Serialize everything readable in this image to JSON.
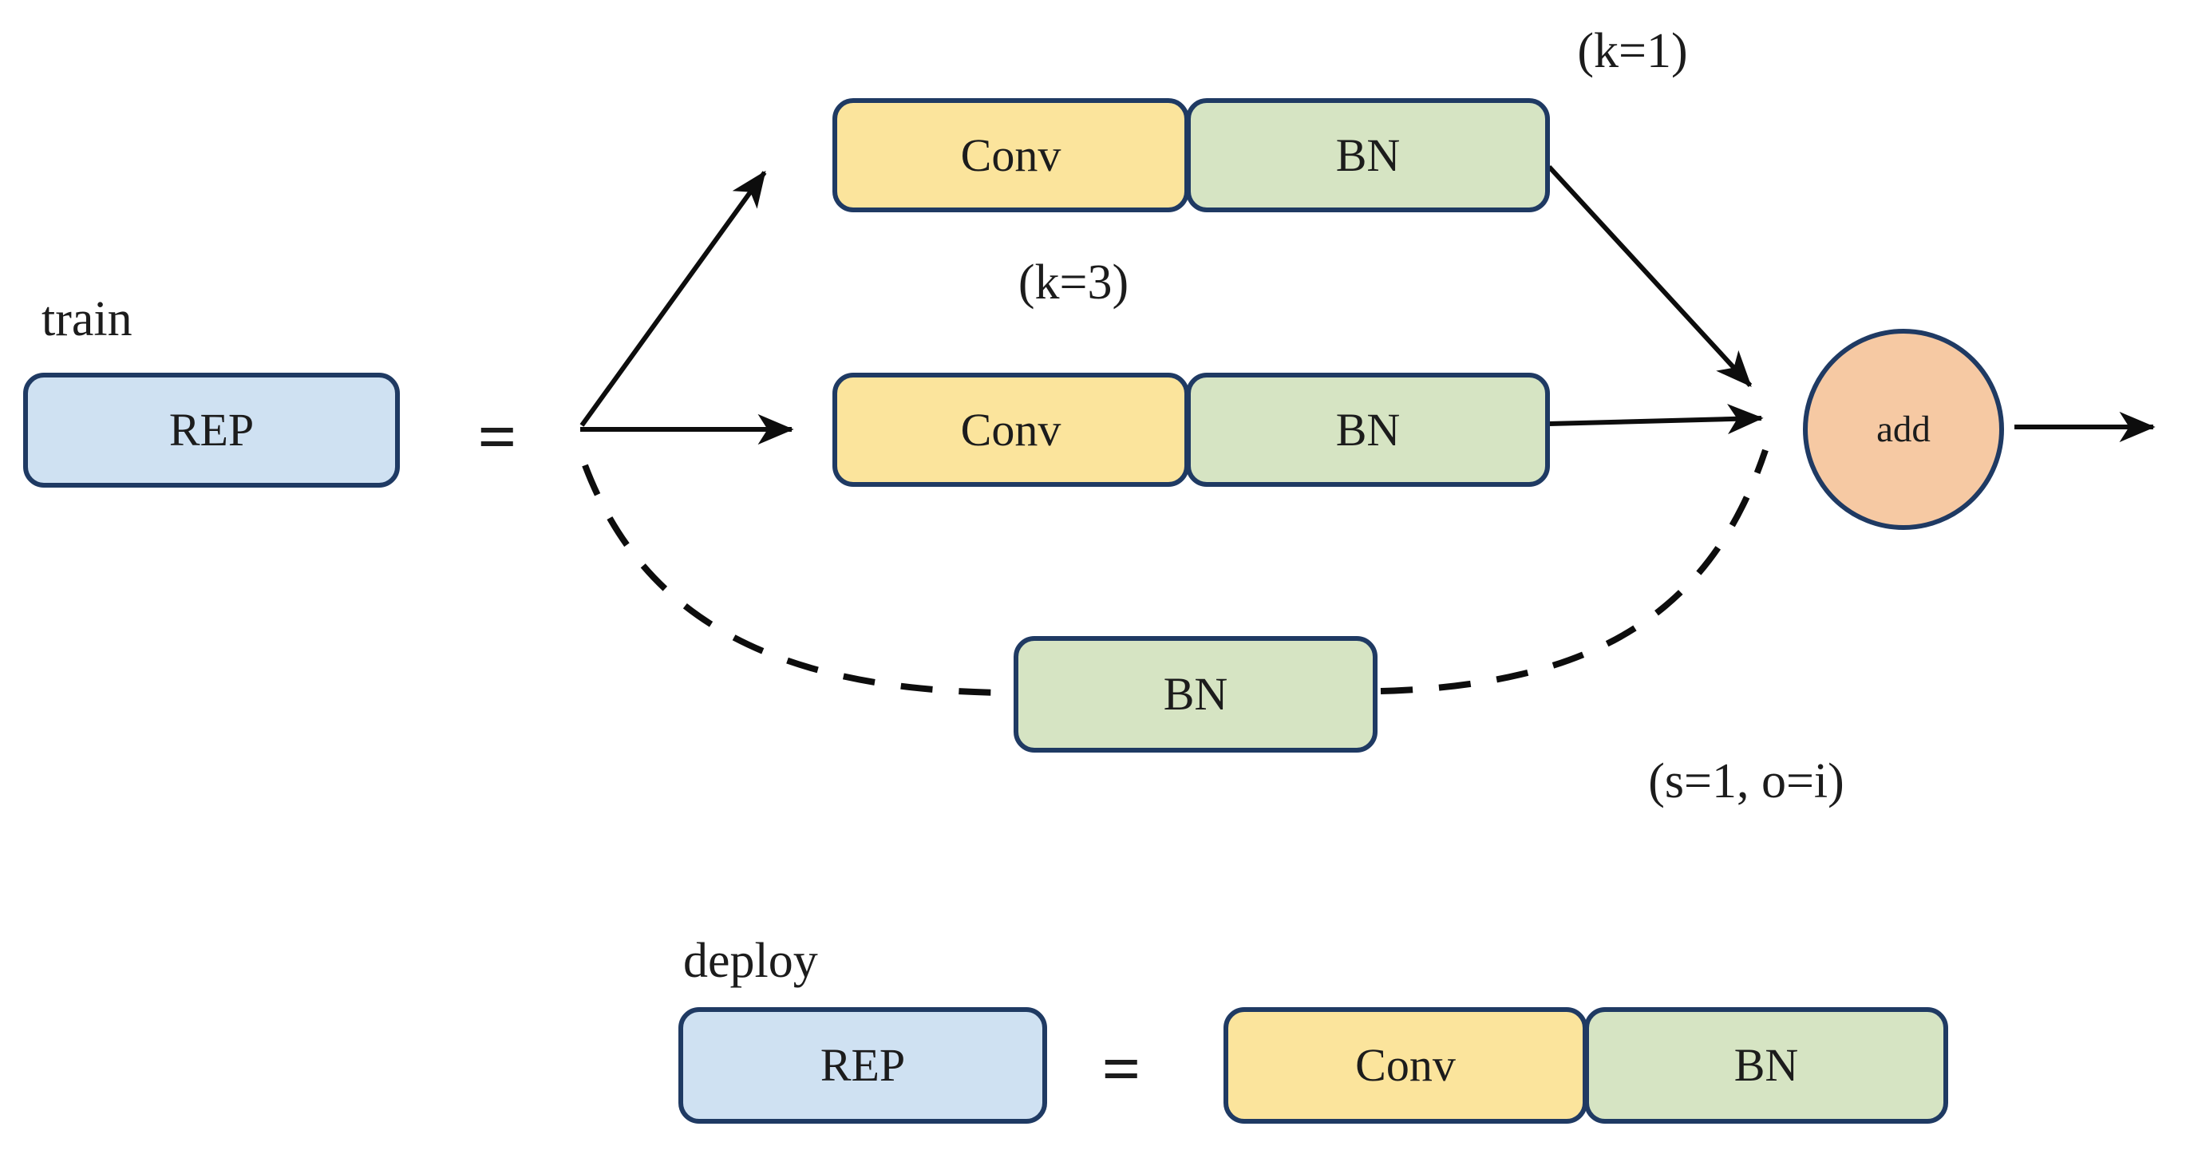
{
  "diagram": {
    "title_semantics": "REP re-parameterization block: training-time multi-branch (1x1 conv+BN, 3x3 conv+BN, identity BN) summed by add; deploy-time fused into single Conv+BN",
    "labels": {
      "train": "train",
      "deploy": "deploy",
      "rep": "REP",
      "conv": "Conv",
      "bn": "BN",
      "add": "add",
      "equals": "=",
      "k1": "(k=1)",
      "k3": "(k=3)",
      "identity": "(s=1, o=i)"
    },
    "branches": [
      {
        "name": "conv-1x1-branch",
        "annotation": "(k=1)",
        "nodes": [
          "Conv",
          "BN"
        ],
        "line_style": "solid"
      },
      {
        "name": "conv-3x3-branch",
        "annotation": "(k=3)",
        "nodes": [
          "Conv",
          "BN"
        ],
        "line_style": "solid"
      },
      {
        "name": "identity-branch",
        "annotation": "(s=1, o=i)",
        "nodes": [
          "BN"
        ],
        "line_style": "dashed"
      }
    ],
    "merge_node": "add",
    "colors": {
      "background": "#ffffff",
      "box_border": "#1f3a63",
      "rep_fill": "#cfe1f2",
      "conv_fill": "#fbe49c",
      "bn_fill": "#d6e4c3",
      "add_fill": "#f6c9a3",
      "arrow": "#0d0d0d",
      "text": "#1c1c1c"
    }
  }
}
